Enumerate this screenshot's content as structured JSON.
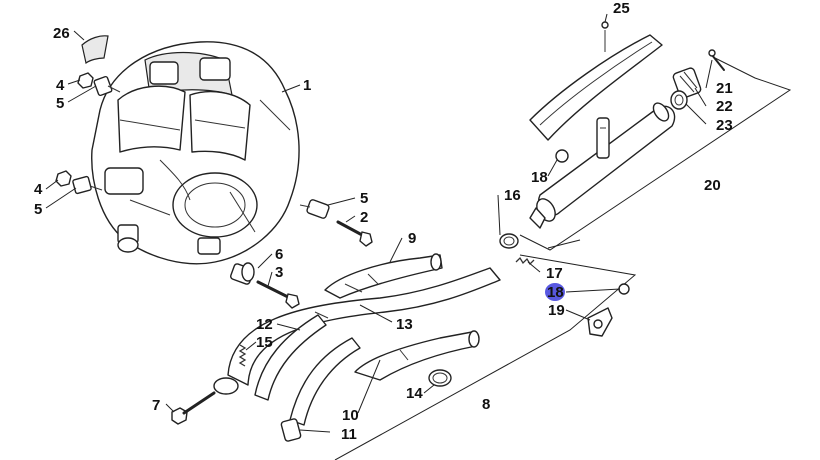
{
  "callouts": {
    "c1": "1",
    "c2": "2",
    "c3": "3",
    "c4a": "4",
    "c4b": "4",
    "c5a": "5",
    "c5b": "5",
    "c5c": "5",
    "c6": "6",
    "c7": "7",
    "c8": "8",
    "c9": "9",
    "c10": "10",
    "c11": "11",
    "c12": "12",
    "c13": "13",
    "c14": "14",
    "c15": "15",
    "c16": "16",
    "c17": "17",
    "c18a": "18",
    "c18b": "18",
    "c19": "19",
    "c20": "20",
    "c21": "21",
    "c22": "22",
    "c23": "23",
    "c25": "25",
    "c26": "26"
  },
  "highlighted_callout": "18",
  "colors": {
    "highlight": "#3b3bdc",
    "line": "#222222",
    "background": "#ffffff"
  }
}
